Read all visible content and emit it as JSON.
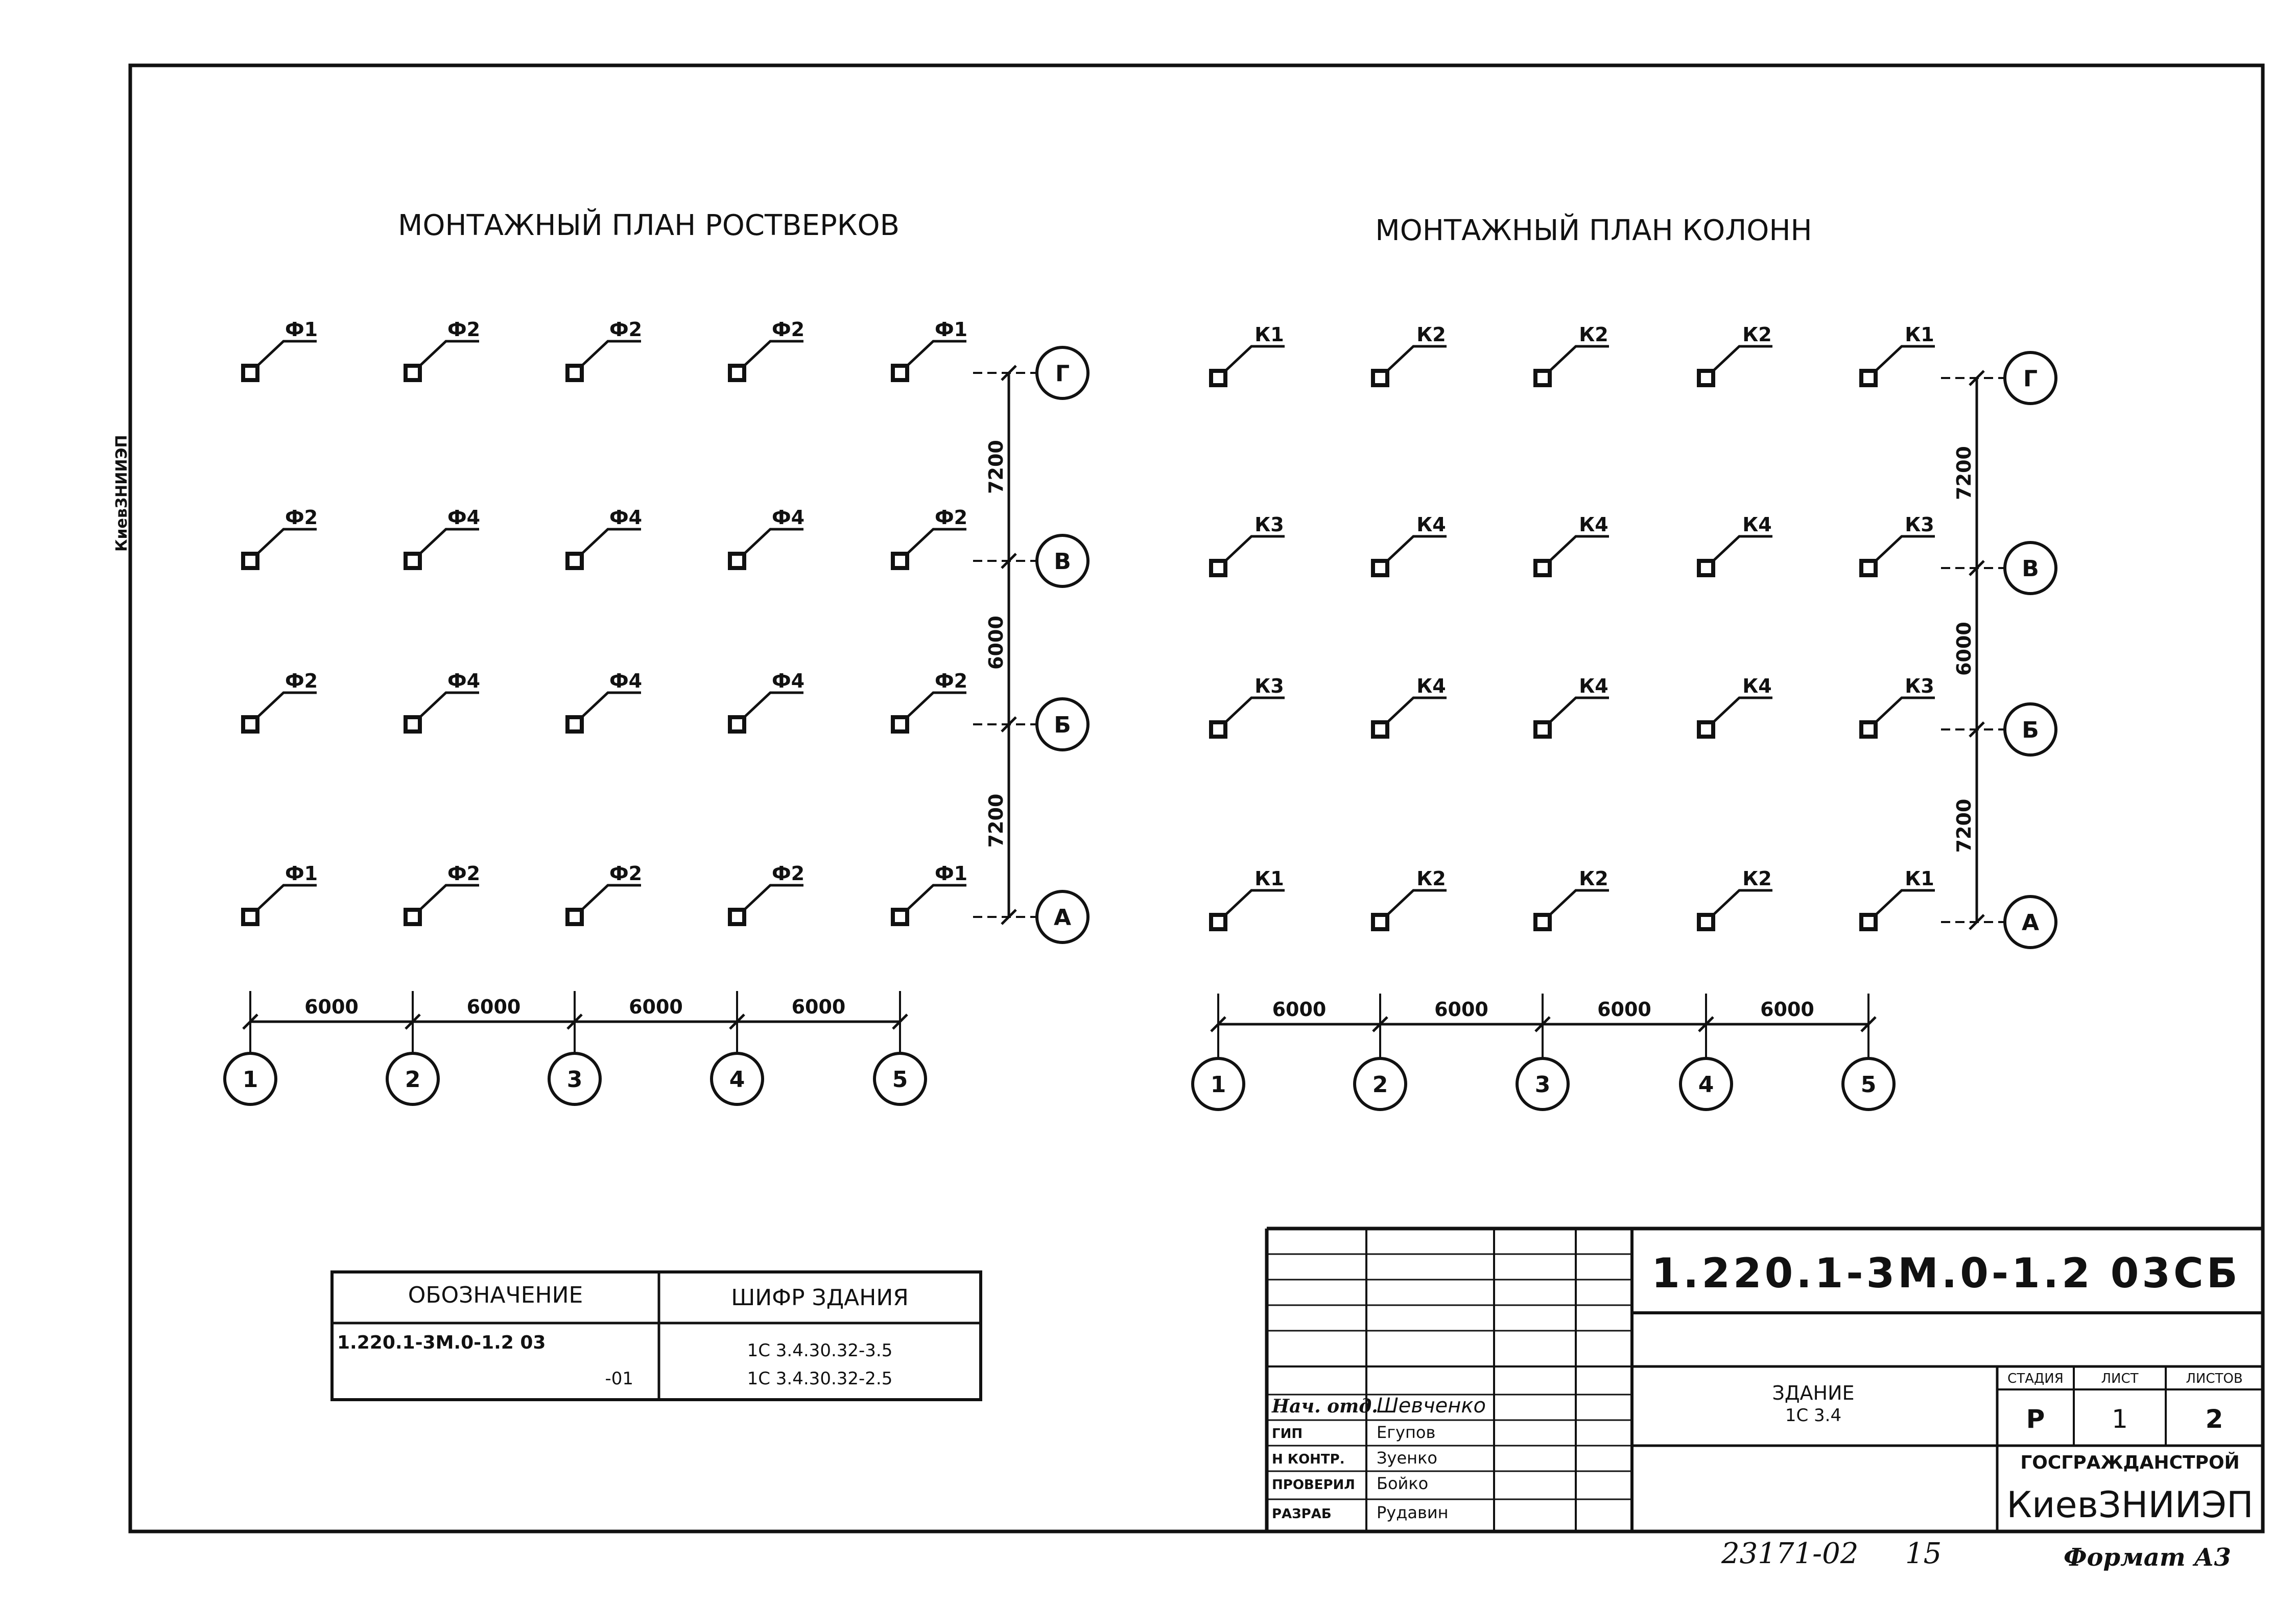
{
  "left_plan": {
    "title": "МОНТАЖНЫЙ ПЛАН РОСТВЕРКОВ",
    "rows": [
      [
        "Ф1",
        "Ф2",
        "Ф2",
        "Ф2",
        "Ф1"
      ],
      [
        "Ф2",
        "Ф4",
        "Ф4",
        "Ф4",
        "Ф2"
      ],
      [
        "Ф2",
        "Ф4",
        "Ф4",
        "Ф4",
        "Ф2"
      ],
      [
        "Ф1",
        "Ф2",
        "Ф2",
        "Ф2",
        "Ф1"
      ]
    ],
    "row_axes": [
      "Г",
      "В",
      "Б",
      "А"
    ],
    "col_axes": [
      "1",
      "2",
      "3",
      "4",
      "5"
    ],
    "row_spacings": [
      "7200",
      "6000",
      "7200"
    ],
    "col_spacings": [
      "6000",
      "6000",
      "6000",
      "6000"
    ]
  },
  "right_plan": {
    "title": "МОНТАЖНЫЙ ПЛАН КОЛОНН",
    "rows": [
      [
        "К1",
        "К2",
        "К2",
        "К2",
        "К1"
      ],
      [
        "К3",
        "К4",
        "К4",
        "К4",
        "К3"
      ],
      [
        "К3",
        "К4",
        "К4",
        "К4",
        "К3"
      ],
      [
        "К1",
        "К2",
        "К2",
        "К2",
        "К1"
      ]
    ],
    "row_axes": [
      "Г",
      "В",
      "Б",
      "А"
    ],
    "col_axes": [
      "1",
      "2",
      "3",
      "4",
      "5"
    ],
    "row_spacings": [
      "7200",
      "6000",
      "7200"
    ],
    "col_spacings": [
      "6000",
      "6000",
      "6000",
      "6000"
    ]
  },
  "designation_table": {
    "headers": [
      "ОБОЗНАЧЕНИЕ",
      "ШИФР ЗДАНИЯ"
    ],
    "rows": [
      [
        "1.220.1-3М.0-1.2 03",
        "1С 3.4.30.32-3.5"
      ],
      [
        "-01",
        "1С 3.4.30.32-2.5"
      ]
    ]
  },
  "title_block": {
    "doc_code": "1.220.1-3М.0-1.2 03СБ",
    "building_label": "ЗДАНИЕ",
    "building_code": "1С 3.4",
    "stage_header": "СТАДИЯ",
    "sheet_header": "ЛИСТ",
    "sheets_header": "ЛИСТОВ",
    "stage": "Р",
    "sheet": "1",
    "sheets": "2",
    "org_top": "ГОСГРАЖДАНСТРОЙ",
    "org_name": "КиевЗНИИЭП",
    "staff": [
      {
        "role": "Нач. отд.",
        "name": "Шевченко"
      },
      {
        "role": "ГИП",
        "name": "Егупов"
      },
      {
        "role": "Н КОНТР.",
        "name": "Зуенко"
      },
      {
        "role": "ПРОВЕРИЛ",
        "name": "Бойко"
      },
      {
        "role": "РАЗРАБ",
        "name": "Рудавин"
      }
    ]
  },
  "bottom_notes": {
    "inventory": "23171-02",
    "number": "15",
    "format": "Формат А3"
  },
  "margin_stamp": "КиевЗНИИЭП"
}
